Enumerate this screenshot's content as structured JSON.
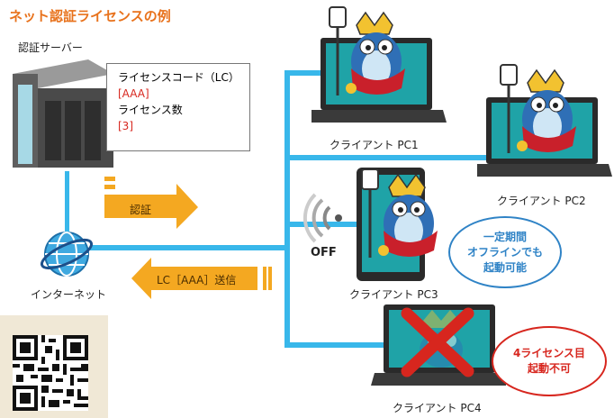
{
  "title": "ネット認証ライセンスの例",
  "server_label": "認証サーバー",
  "license_doc": {
    "line1": "ライセンスコード（LC）",
    "line2": "[AAA]",
    "line3": "ライセンス数",
    "line4": "[3]"
  },
  "internet_label": "インターネット",
  "auth_arrow_label": "認証",
  "send_arrow_label": "LC［AAA］送信",
  "off_label": "OFF",
  "clients": [
    {
      "label": "クライアント PC1"
    },
    {
      "label": "クライアント PC2"
    },
    {
      "label": "クライアント PC3"
    },
    {
      "label": "クライアント PC4"
    }
  ],
  "offline_bubble": {
    "line1": "一定期間",
    "line2": "オフラインでも",
    "line3": "起動可能"
  },
  "denied_bubble": {
    "line1": "4ライセンス目",
    "line2": "起動不可"
  },
  "colors": {
    "accent": "#e8721c",
    "network": "#38b7ea",
    "arrow": "#f4a821",
    "offline_bubble": "#2f83c6",
    "denied": "#d7261e",
    "screen": "#1fa3a7"
  }
}
